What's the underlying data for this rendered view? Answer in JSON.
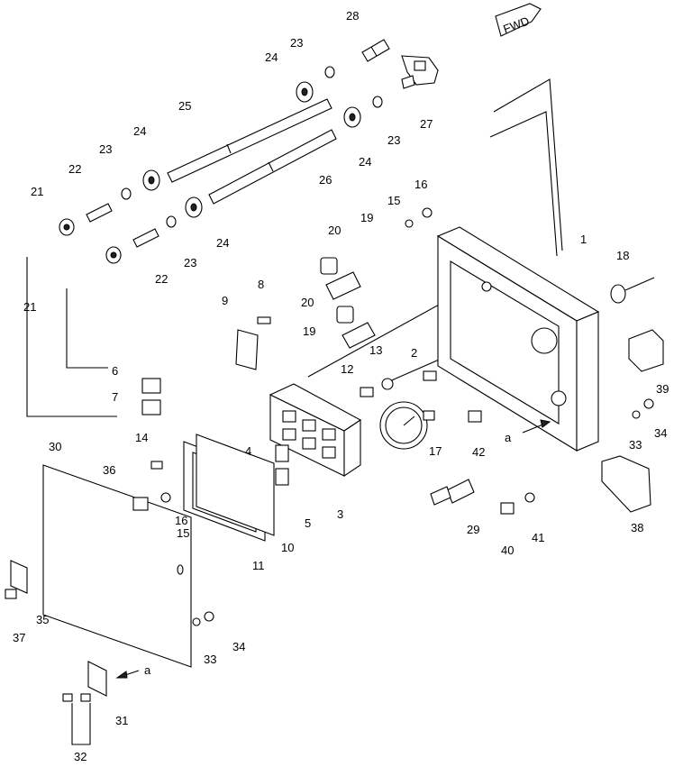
{
  "direction_tag": "FWD",
  "view_marker": "a",
  "callouts": [
    "1",
    "2",
    "3",
    "4",
    "5",
    "6",
    "7",
    "8",
    "9",
    "10",
    "11",
    "12",
    "13",
    "14",
    "15",
    "16",
    "17",
    "18",
    "19",
    "20",
    "21",
    "22",
    "23",
    "24",
    "25",
    "26",
    "27",
    "28",
    "29",
    "30",
    "31",
    "32",
    "33",
    "34",
    "35",
    "36",
    "37",
    "38",
    "39",
    "40",
    "41",
    "42"
  ]
}
